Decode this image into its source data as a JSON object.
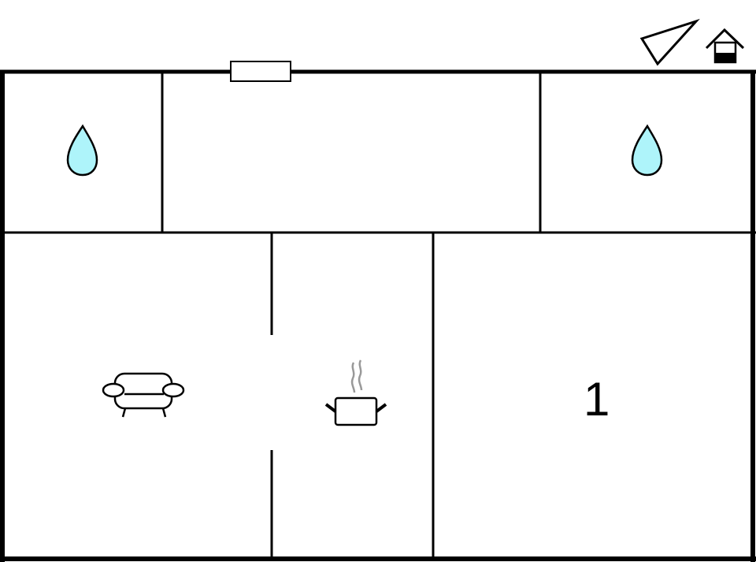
{
  "diagram": {
    "type": "floor-plan",
    "colors": {
      "wall": "#000000",
      "background": "#ffffff",
      "water": "#aef4fa",
      "steam": "#999999"
    },
    "legend_icons": [
      {
        "name": "north-arrow-icon"
      },
      {
        "name": "house-icon"
      }
    ],
    "rooms": [
      {
        "id": "bathroom-left",
        "icon": "water-drop-icon"
      },
      {
        "id": "hallway",
        "icon": "window-icon"
      },
      {
        "id": "bathroom-right",
        "icon": "water-drop-icon"
      },
      {
        "id": "living-room",
        "icon": "sofa-icon"
      },
      {
        "id": "kitchen",
        "icon": "cooking-pot-icon"
      },
      {
        "id": "bedroom",
        "label": "1"
      }
    ]
  }
}
